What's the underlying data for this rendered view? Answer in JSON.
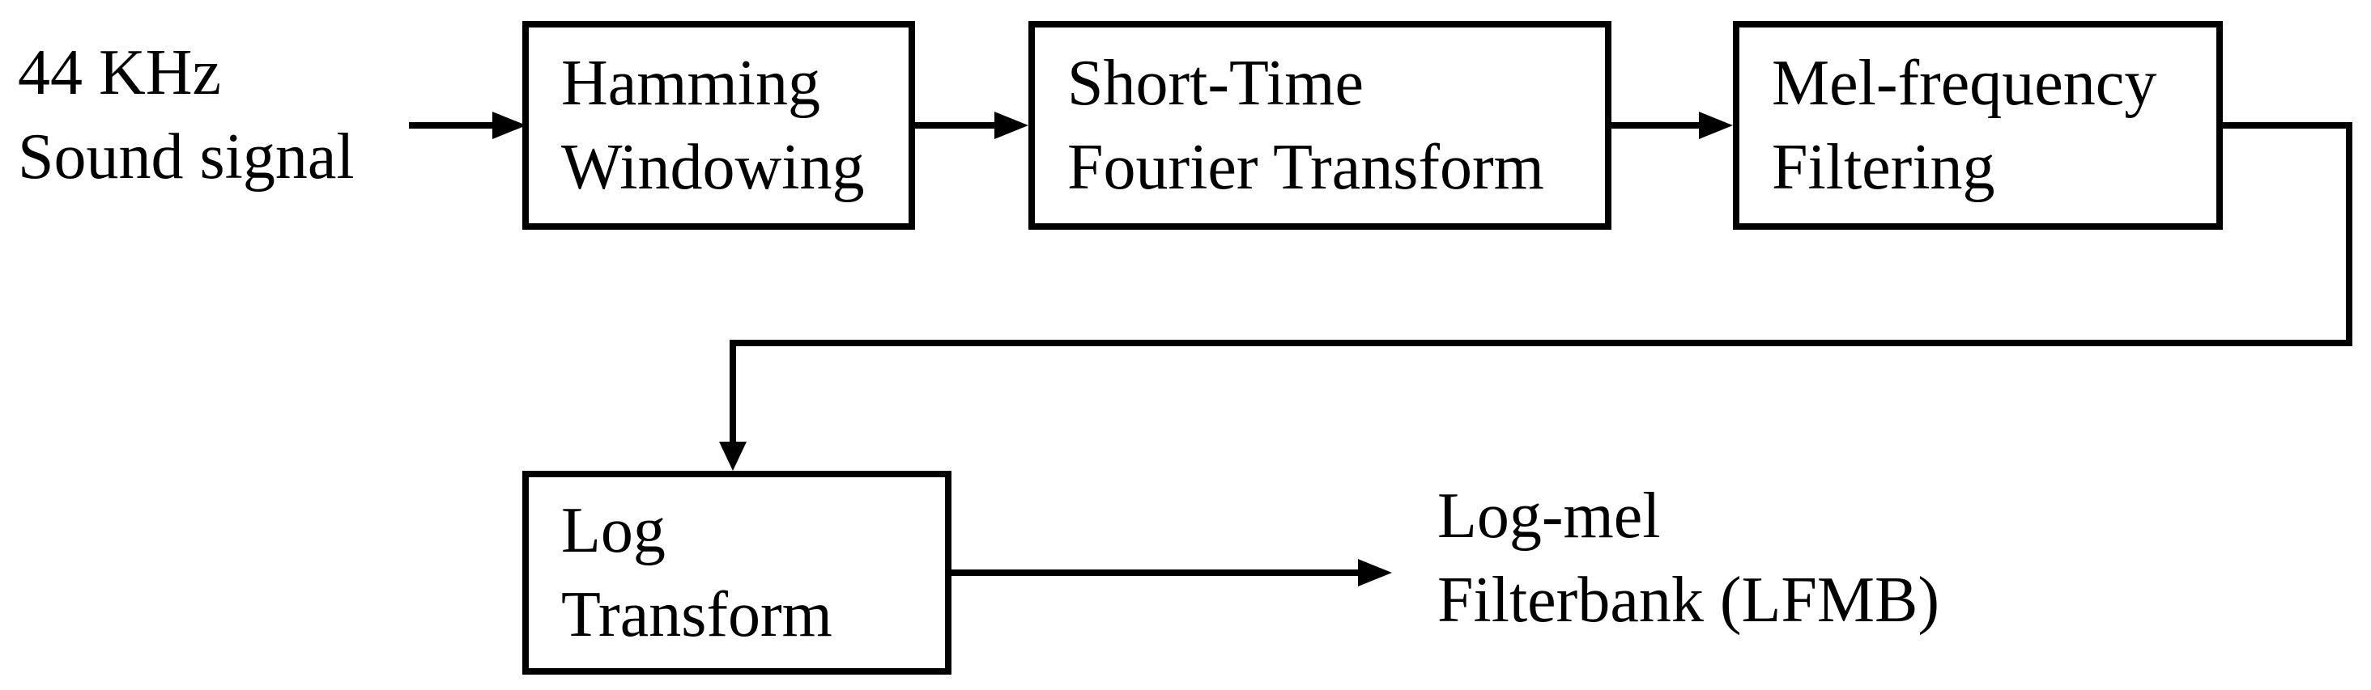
{
  "colors": {
    "ink": "#000000",
    "background": "#ffffff"
  },
  "diagram": {
    "type": "flowchart",
    "input": {
      "lines": [
        "44 KHz",
        "Sound signal"
      ]
    },
    "boxes": [
      {
        "id": "hamming-windowing",
        "lines": [
          "Hamming",
          "Windowing"
        ]
      },
      {
        "id": "short-time-fourier-transform",
        "lines": [
          "Short-Time",
          "Fourier Transform"
        ]
      },
      {
        "id": "mel-frequency-filtering",
        "lines": [
          "Mel-frequency",
          "Filtering"
        ]
      },
      {
        "id": "log-transform",
        "lines": [
          "Log",
          "Transform"
        ]
      }
    ],
    "output": {
      "lines": [
        "Log-mel",
        "Filterbank (LFMB)"
      ]
    },
    "connections": [
      {
        "from": "44 KHz Sound signal",
        "to": "Hamming Windowing"
      },
      {
        "from": "Hamming Windowing",
        "to": "Short-Time Fourier Transform"
      },
      {
        "from": "Short-Time Fourier Transform",
        "to": "Mel-frequency Filtering"
      },
      {
        "from": "Mel-frequency Filtering",
        "to": "Log Transform"
      },
      {
        "from": "Log Transform",
        "to": "Log-mel Filterbank (LFMB)"
      }
    ]
  }
}
